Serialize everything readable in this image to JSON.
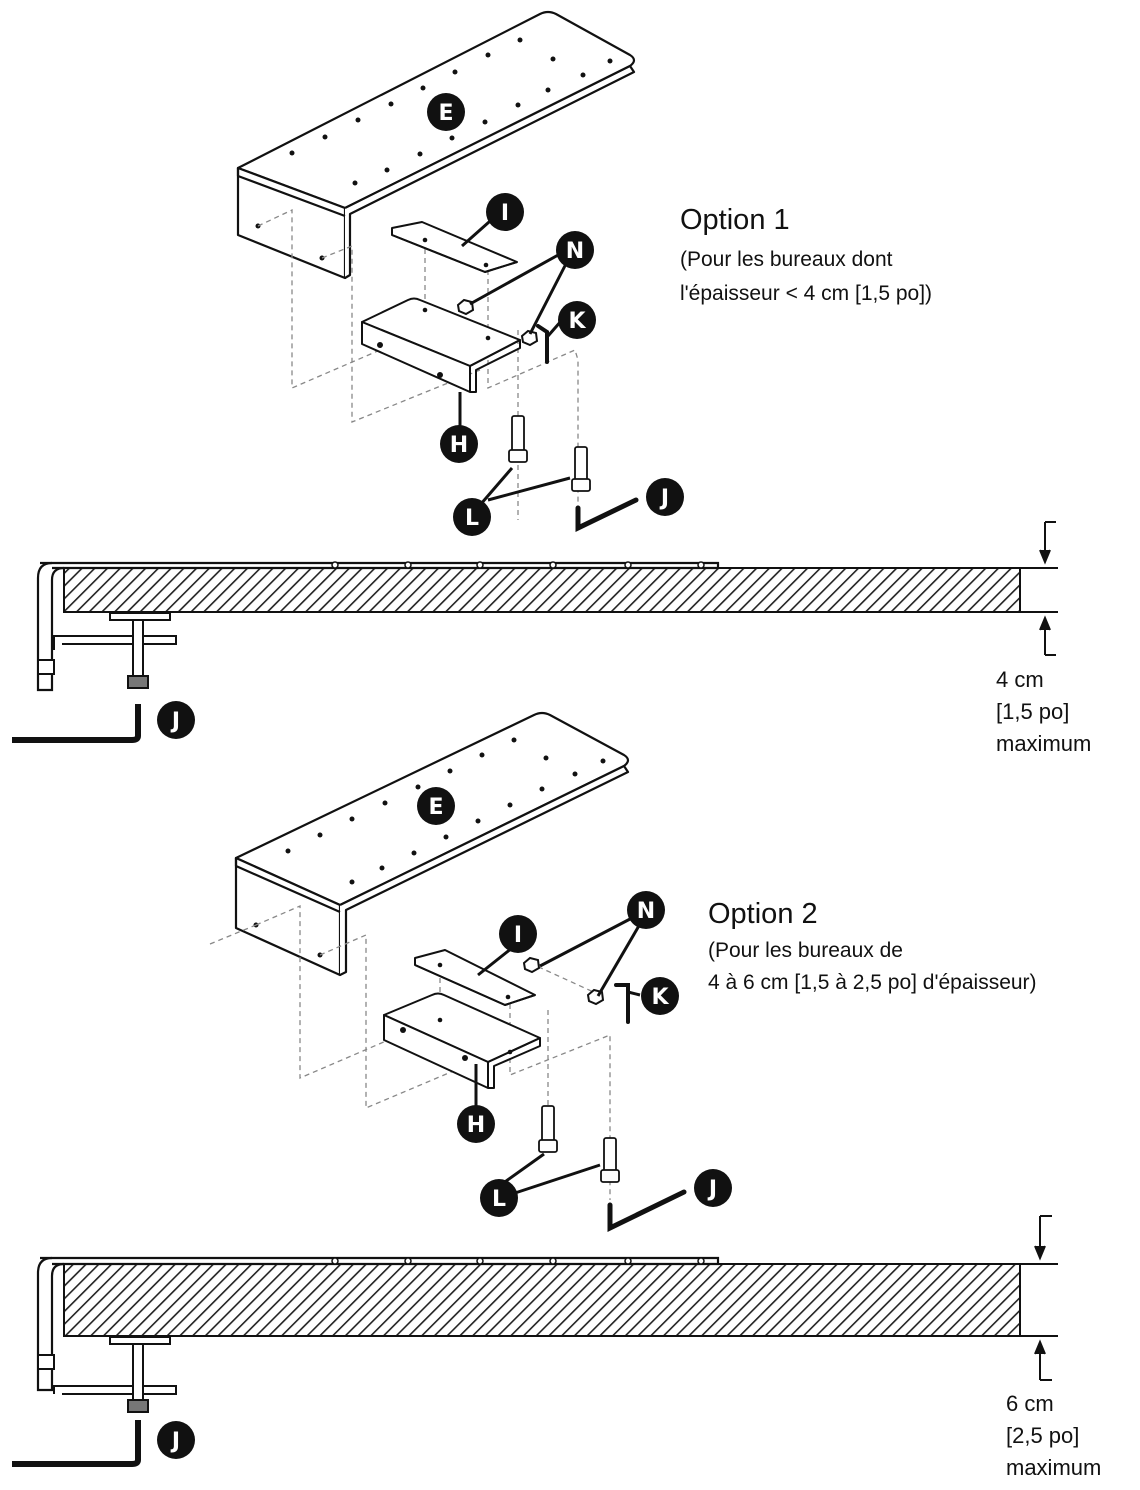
{
  "option1": {
    "title": "Option 1",
    "line1": "(Pour les bureaux dont",
    "line2": "l'épaisseur < 4 cm [1,5 po])",
    "dim_line1": "4 cm",
    "dim_line2": "[1,5 po]",
    "dim_line3": "maximum"
  },
  "option2": {
    "title": "Option 2",
    "line1": "(Pour les bureaux de",
    "line2": "4 à 6 cm [1,5 à 2,5 po] d'épaisseur)",
    "dim_line1": "6 cm",
    "dim_line2": "[2,5 po]",
    "dim_line3": "maximum"
  },
  "parts": {
    "E": "E",
    "H": "H",
    "I": "I",
    "J": "J",
    "K": "K",
    "L": "L",
    "N": "N"
  },
  "colors": {
    "ink": "#111111",
    "callout_fill": "#111111",
    "callout_text": "#ffffff",
    "dashed": "#888888"
  }
}
